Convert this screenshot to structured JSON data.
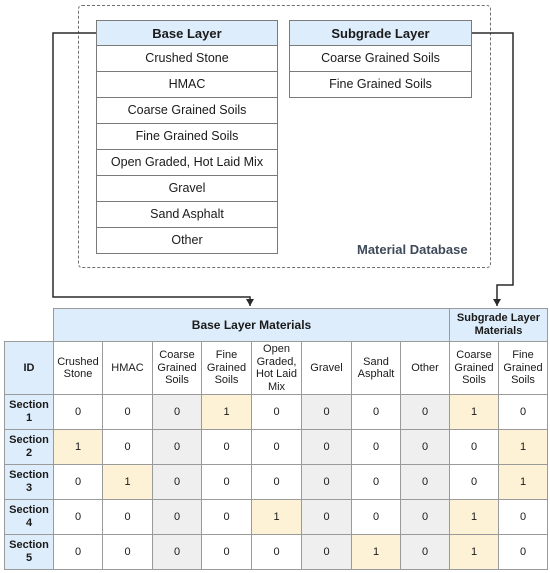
{
  "material_database": {
    "caption": "Material Database",
    "base_layer": {
      "title": "Base Layer",
      "items": [
        "Crushed Stone",
        "HMAC",
        "Coarse Grained Soils",
        "Fine Grained Soils",
        "Open Graded, Hot Laid Mix",
        "Gravel",
        "Sand Asphalt",
        "Other"
      ]
    },
    "subgrade_layer": {
      "title": "Subgrade Layer",
      "items": [
        "Coarse Grained Soils",
        "Fine Grained Soils"
      ]
    }
  },
  "matrix": {
    "id_header": "ID",
    "base_group_header": "Base Layer Materials",
    "subgrade_group_header": "Subgrade Layer Materials",
    "columns": [
      "Crushed Stone",
      "HMAC",
      "Coarse Grained Soils",
      "Fine Grained Soils",
      "Open Graded, Hot Laid Mix",
      "Gravel",
      "Sand Asphalt",
      "Other",
      "Coarse Grained Soils",
      "Fine Grained Soils"
    ],
    "rows": [
      {
        "id": "Section 1",
        "values": [
          "0",
          "0",
          "0",
          "1",
          "0",
          "0",
          "0",
          "0",
          "1",
          "0"
        ]
      },
      {
        "id": "Section 2",
        "values": [
          "1",
          "0",
          "0",
          "0",
          "0",
          "0",
          "0",
          "0",
          "0",
          "1"
        ]
      },
      {
        "id": "Section 3",
        "values": [
          "0",
          "1",
          "0",
          "0",
          "0",
          "0",
          "0",
          "0",
          "0",
          "1"
        ]
      },
      {
        "id": "Section 4",
        "values": [
          "0",
          "0",
          "0",
          "0",
          "1",
          "0",
          "0",
          "0",
          "1",
          "0"
        ]
      },
      {
        "id": "Section 5",
        "values": [
          "0",
          "0",
          "0",
          "0",
          "0",
          "0",
          "1",
          "0",
          "1",
          "0"
        ]
      }
    ]
  }
}
